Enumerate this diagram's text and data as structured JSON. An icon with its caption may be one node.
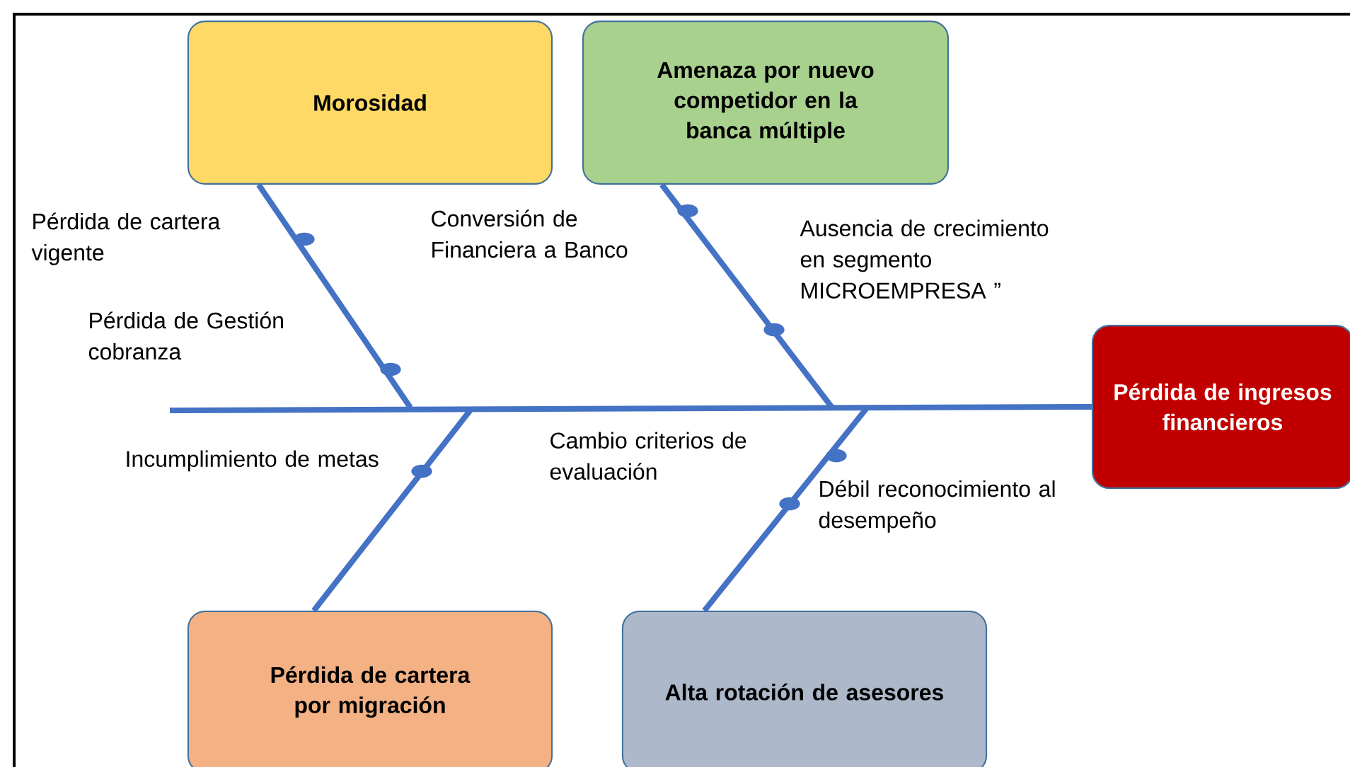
{
  "diagram": {
    "nodes": [
      {
        "text": [
          "Morosidad"
        ]
      },
      {
        "text": [
          "Amenaza por nuevo competidor en la banca múltiple"
        ]
      },
      {
        "text": [
          "Pérdida de ingresos financieros"
        ]
      },
      {
        "text": [
          "Pérdida de cartera por migración"
        ]
      },
      {
        "text": [
          "Alta rotación de asesores"
        ]
      }
    ],
    "edges": [
      {
        "from": null,
        "to": 2,
        "arrow": "none"
      },
      {
        "from": 0,
        "to": null,
        "arrow": "none"
      },
      {
        "from": 1,
        "to": null,
        "arrow": "none"
      },
      {
        "from": 3,
        "to": null,
        "arrow": "none"
      },
      {
        "from": 4,
        "to": null,
        "arrow": "none"
      }
    ],
    "labels": [
      "Pérdida de cartera vigente",
      "Conversión de Financiera a Banco",
      "Ausencia de crecimiento en segmento MICROEMPRESA ”",
      "Pérdida de Gestión cobranza",
      "Cambio criterios de evaluación",
      "Incumplimiento de metas",
      "Débil reconocimiento al desempeño"
    ]
  }
}
